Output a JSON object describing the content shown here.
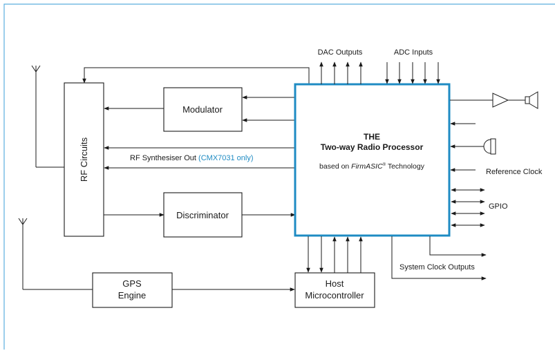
{
  "colors": {
    "accent": "#1e8bc3",
    "frame": "#5aaede",
    "ink": "#1a1a1a"
  },
  "labels": {
    "dac_outputs": "DAC Outputs",
    "adc_inputs": "ADC Inputs",
    "rf_circuits": "RF Circuits",
    "modulator": "Modulator",
    "discriminator": "Discriminator",
    "gps_engine_line1": "GPS",
    "gps_engine_line2": "Engine",
    "host_line1": "Host",
    "host_line2": "Microcontroller",
    "processor_line1": "THE",
    "processor_line2": "Two-way Radio Processor",
    "processor_tech_prefix": "based on ",
    "processor_tech_brand": "FirmASIC",
    "processor_tech_reg": "®",
    "processor_tech_suffix": " Technology",
    "rf_synth_out": "RF Synthesiser  Out ",
    "rf_synth_note": "(CMX7031 only)",
    "reference_clock": "Reference Clock",
    "gpio": "GPIO",
    "system_clock_outputs": "System Clock Outputs"
  }
}
